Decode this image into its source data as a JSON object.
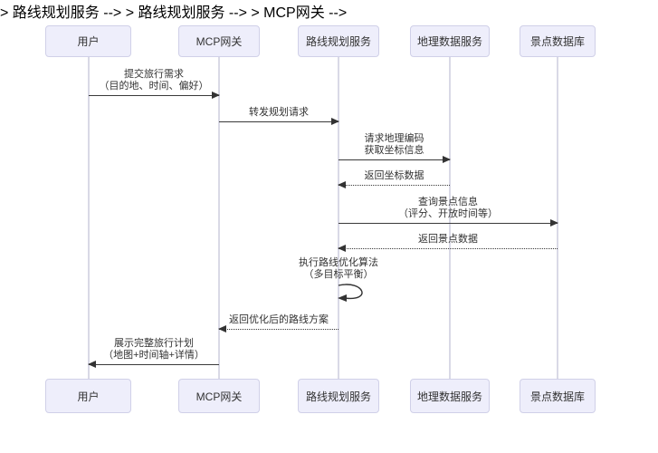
{
  "diagram": {
    "type": "sequence-diagram",
    "actors": [
      {
        "name": "用户"
      },
      {
        "name": "MCP网关"
      },
      {
        "name": "路线规划服务"
      },
      {
        "name": "地理数据服务"
      },
      {
        "name": "景点数据库"
      }
    ],
    "messages": [
      {
        "from": "用户",
        "to": "MCP网关",
        "style": "solid",
        "lines": [
          "提交旅行需求",
          "（目的地、时间、偏好）"
        ]
      },
      {
        "from": "MCP网关",
        "to": "路线规划服务",
        "style": "solid",
        "lines": [
          "转发规划请求"
        ]
      },
      {
        "from": "路线规划服务",
        "to": "地理数据服务",
        "style": "solid",
        "lines": [
          "请求地理编码",
          "获取坐标信息"
        ]
      },
      {
        "from": "地理数据服务",
        "to": "路线规划服务",
        "style": "dashed",
        "lines": [
          "返回坐标数据"
        ]
      },
      {
        "from": "路线规划服务",
        "to": "景点数据库",
        "style": "solid",
        "lines": [
          "查询景点信息",
          "（评分、开放时间等）"
        ]
      },
      {
        "from": "景点数据库",
        "to": "路线规划服务",
        "style": "dashed",
        "lines": [
          "返回景点数据"
        ]
      },
      {
        "from": "路线规划服务",
        "to": "路线规划服务",
        "style": "self-loop",
        "lines": [
          "执行路线优化算法",
          "（多目标平衡）"
        ]
      },
      {
        "from": "路线规划服务",
        "to": "MCP网关",
        "style": "dashed",
        "lines": [
          "返回优化后的路线方案"
        ]
      },
      {
        "from": "MCP网关",
        "to": "用户",
        "style": "solid",
        "lines": [
          "展示完整旅行计划",
          "（地图+时间轴+详情）"
        ]
      }
    ],
    "colors": {
      "actor_fill": "#eeeefb",
      "actor_border": "#d0d0e8",
      "lifeline": "#d9d9e6",
      "message": "#333333",
      "background": "#ffffff"
    }
  }
}
